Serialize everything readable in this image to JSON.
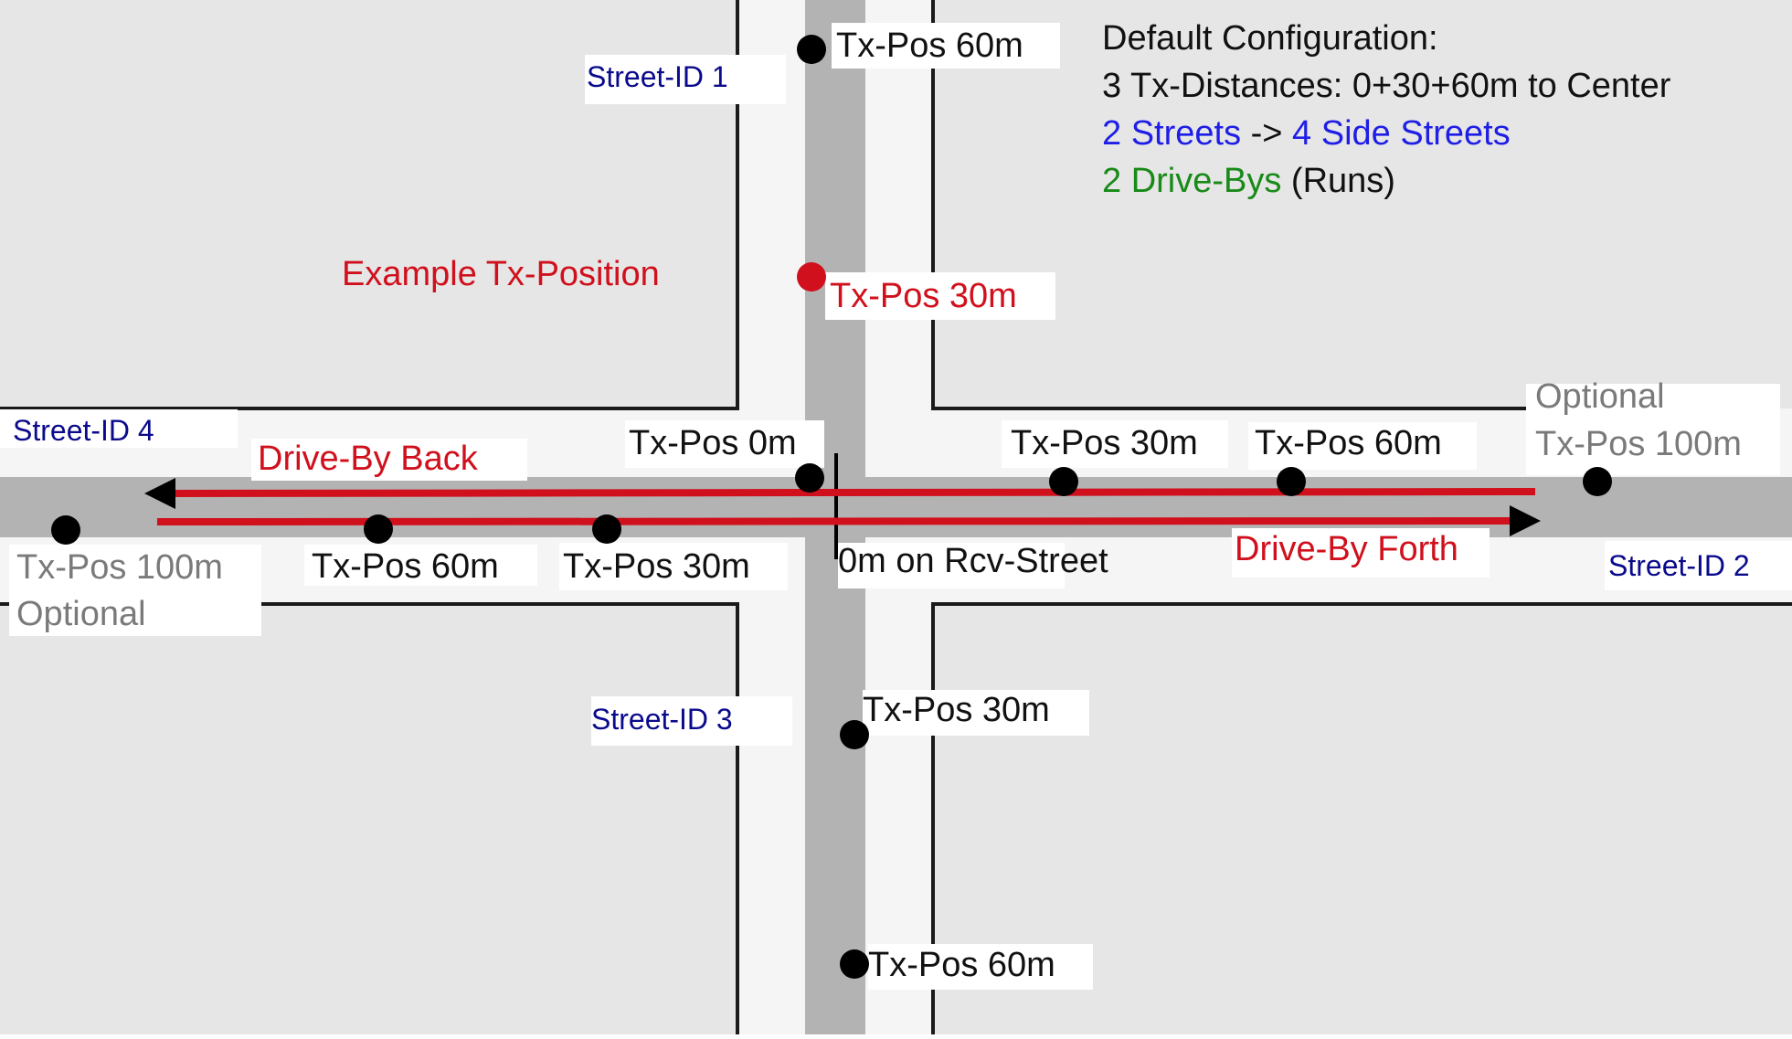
{
  "colors": {
    "block": "#e6e6e6",
    "sidewalk": "#f5f5f5",
    "road": "#b3b3b3",
    "curb": "#1a1a1a",
    "route": "#d0101c",
    "label_black": "#111111",
    "label_street": "#0a0a8c",
    "label_optional": "#7a7a7a",
    "label_blue": "#1e1ee6",
    "label_green": "#188a18",
    "marker": "#000000",
    "marker_example": "#d0101c"
  },
  "config": {
    "title": "Default Configuration:",
    "distances": "3 Tx-Distances: 0+30+60m to Center",
    "streets_a": "2 Streets",
    "streets_b": " -> ",
    "streets_c": "4 Side Streets",
    "drivebys_a": "2 Drive-Bys",
    "drivebys_b": " (Runs)"
  },
  "streets": {
    "s1": "Street-ID 1",
    "s2": "Street-ID 2",
    "s3": "Street-ID 3",
    "s4": "Street-ID 4"
  },
  "labels": {
    "example": "Example Tx-Position",
    "drive_back": "Drive-By Back",
    "drive_forth": "Drive-By Forth",
    "rcv_zero": "0m on Rcv-Street",
    "s1_60": "Tx-Pos 60m",
    "s1_30": "Tx-Pos 30m",
    "center_0": "Tx-Pos 0m",
    "s2_30": "Tx-Pos 30m",
    "s2_60": "Tx-Pos 60m",
    "s2_opt_a": "Optional",
    "s2_opt_b": "Tx-Pos 100m",
    "s4_100_a": "Tx-Pos 100m",
    "s4_100_b": "Optional",
    "s4_60": "Tx-Pos 60m",
    "s4_30": "Tx-Pos 30m",
    "s3_30": "Tx-Pos 30m",
    "s3_60": "Tx-Pos 60m"
  }
}
